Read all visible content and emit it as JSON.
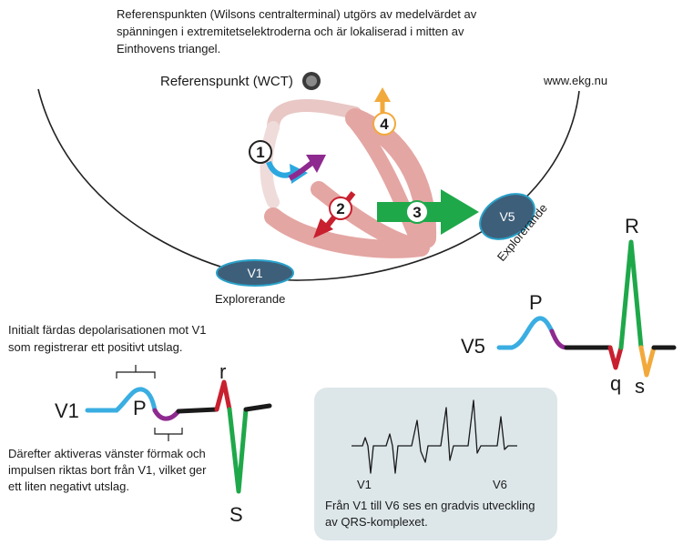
{
  "intro_lines": [
    "Referenspunkten (Wilsons centralterminal) utgörs av medelvärdet av",
    "spänningen i extremitetselektroderna och är lokaliserad i mitten av",
    "Einthovens triangel."
  ],
  "reference_label": "Referenspunkt (WCT)",
  "site_label": "www.ekg.nu",
  "vectors": [
    "1",
    "2",
    "3",
    "4"
  ],
  "electrodes": {
    "v1": {
      "name": "V1",
      "caption": "Explorerande"
    },
    "v5": {
      "name": "V5",
      "caption": "Explorerande"
    }
  },
  "v1_trace": {
    "lead": "V1",
    "p_label": "P",
    "r_label": "r",
    "s_label": "S",
    "note_top_lines": [
      "Initialt färdas depolarisationen mot V1",
      "som registrerar ett positivt utslag."
    ],
    "note_bottom_lines": [
      "Därefter aktiveras vänster förmak och",
      "impulsen riktas bort från V1, vilket ger",
      "ett liten negativt utslag."
    ]
  },
  "v5_trace": {
    "lead": "V5",
    "p_label": "P",
    "q_label": "q",
    "r_label": "R",
    "s_label": "s"
  },
  "progression_box": {
    "left_lead": "V1",
    "right_lead": "V6",
    "caption_lines": [
      "Från V1 till V6 ses en gradvis utveckling",
      "av QRS-komplexet."
    ]
  },
  "colors": {
    "p_wave": "#3aaee2",
    "atrial_negative": "#8e2a8f",
    "r_wave": "#c8202f",
    "qrs_green": "#1fa84a",
    "s_orange": "#f2a93b",
    "electrode": "#3e5f7a",
    "electrode_ring": "#2aa1c9",
    "heart": "#e4a6a3",
    "box_bg": "#dde7ea"
  }
}
